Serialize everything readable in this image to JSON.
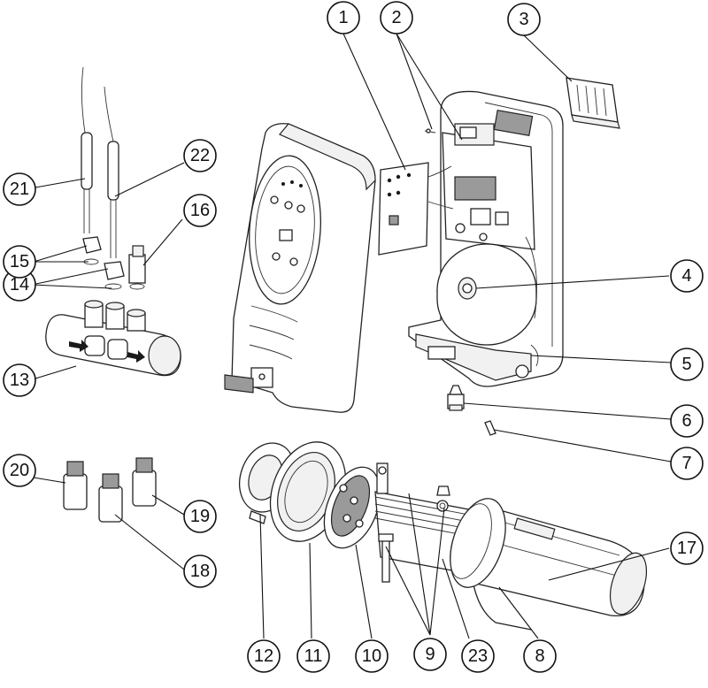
{
  "callouts": [
    {
      "label": "1"
    },
    {
      "label": "2"
    },
    {
      "label": "3"
    },
    {
      "label": "4"
    },
    {
      "label": "5"
    },
    {
      "label": "6"
    },
    {
      "label": "7"
    },
    {
      "label": "8"
    },
    {
      "label": "9"
    },
    {
      "label": "10"
    },
    {
      "label": "11"
    },
    {
      "label": "12"
    },
    {
      "label": "13"
    },
    {
      "label": "14"
    },
    {
      "label": "15"
    },
    {
      "label": "16"
    },
    {
      "label": "17"
    },
    {
      "label": "18"
    },
    {
      "label": "19"
    },
    {
      "label": "20"
    },
    {
      "label": "21"
    },
    {
      "label": "22"
    },
    {
      "label": "23"
    }
  ],
  "colors": {
    "line": "#111111",
    "part_fill": "#ffffff",
    "shade": "#9a9a9a"
  }
}
